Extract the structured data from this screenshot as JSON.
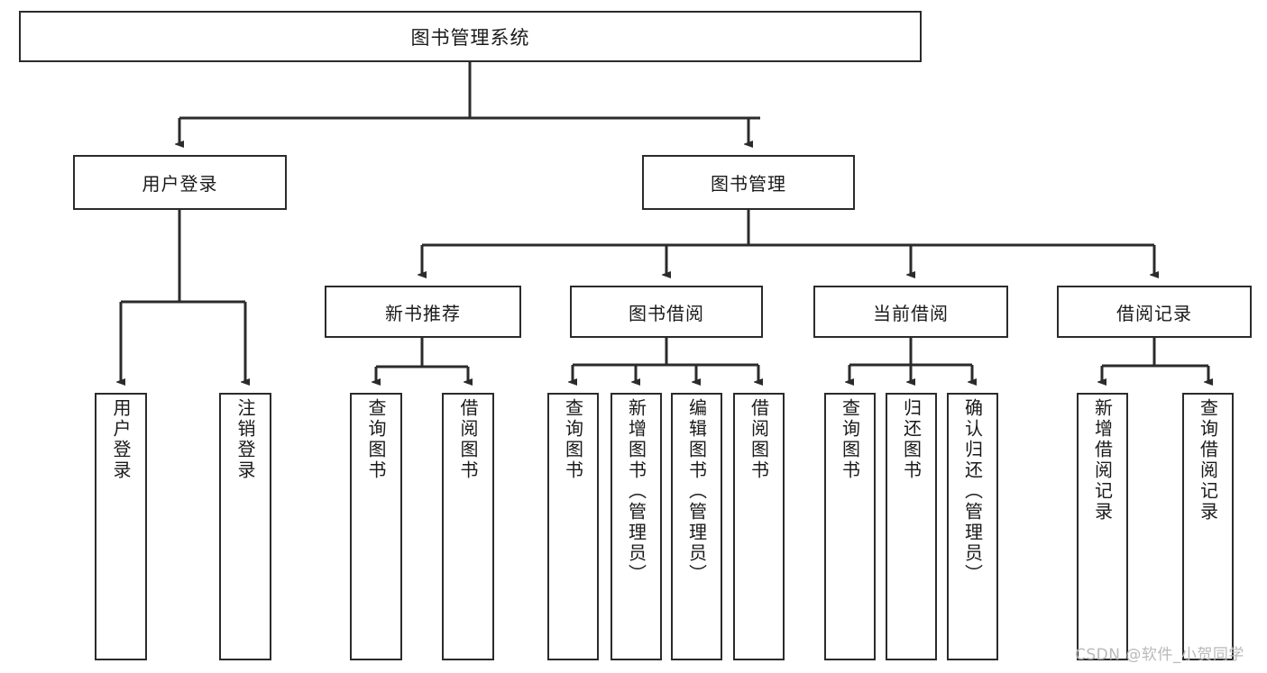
{
  "diagram": {
    "title": "图书管理系统",
    "type": "tree",
    "root": {
      "label": "图书管理系统"
    },
    "level1": [
      {
        "label": "用户登录"
      },
      {
        "label": "图书管理"
      }
    ],
    "level2": [
      {
        "label": "新书推荐",
        "parent": "图书管理"
      },
      {
        "label": "图书借阅",
        "parent": "图书管理"
      },
      {
        "label": "当前借阅",
        "parent": "图书管理"
      },
      {
        "label": "借阅记录",
        "parent": "图书管理"
      }
    ],
    "leaves": {
      "user_login": [
        {
          "label": "用户登录"
        },
        {
          "label": "注销登录"
        }
      ],
      "new_book_recommend": [
        {
          "label": "查询图书"
        },
        {
          "label": "借阅图书"
        }
      ],
      "book_borrow": [
        {
          "label": "查询图书"
        },
        {
          "label": "新增图书（管理员）"
        },
        {
          "label": "编辑图书（管理员）"
        },
        {
          "label": "借阅图书"
        }
      ],
      "current_borrow": [
        {
          "label": "查询图书"
        },
        {
          "label": "归还图书"
        },
        {
          "label": "确认归还（管理员）"
        }
      ],
      "borrow_record": [
        {
          "label": "新增借阅记录"
        },
        {
          "label": "查询借阅记录"
        }
      ]
    }
  },
  "watermark": {
    "text": "CSDN @软件_小贺同学"
  },
  "colors": {
    "stroke": "#2b2b2b",
    "fill": "#ffffff",
    "text": "#1a1a1a",
    "watermark": "#b9b9b9"
  }
}
